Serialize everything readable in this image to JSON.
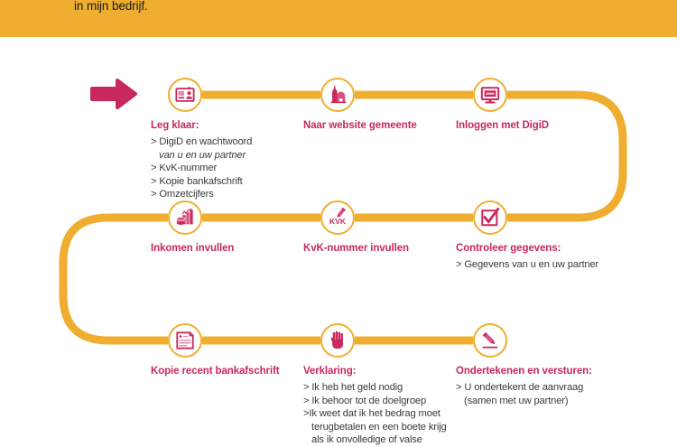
{
  "colors": {
    "band_orange": "#efae30",
    "line_orange": "#efae30",
    "accent_magenta": "#c8295c",
    "body_text": "#3a3a3a",
    "band_text": "#1a1a1a",
    "white": "#ffffff"
  },
  "top_band": {
    "text": "in mijn bedrijf."
  },
  "start_arrow": {
    "icon": "arrow-right-icon"
  },
  "flow": {
    "rows": [
      {
        "index": 1,
        "steps": [
          {
            "id": "leg-klaar",
            "icon": "id-card-icon",
            "title": "Leg klaar:",
            "lines": [
              {
                "text": "> DigiD en wachtwoord",
                "style": "normal"
              },
              {
                "text": "van u en uw partner",
                "style": "italic-indent"
              },
              {
                "text": "> KvK-nummer",
                "style": "normal"
              },
              {
                "text": "> Kopie bankafschrift",
                "style": "normal"
              },
              {
                "text": "> Omzetcijfers",
                "style": "normal"
              }
            ]
          },
          {
            "id": "naar-website-gemeente",
            "icon": "town-hall-icon",
            "title": "Naar website gemeente",
            "lines": []
          },
          {
            "id": "inloggen-met-digid",
            "icon": "monitor-login-icon",
            "title": "Inloggen met DigiD",
            "lines": []
          }
        ]
      },
      {
        "index": 2,
        "steps": [
          {
            "id": "inkomen-invullen",
            "icon": "coins-chart-icon",
            "title": "Inkomen invullen",
            "lines": []
          },
          {
            "id": "kvk-nummer-invullen",
            "icon": "kvk-pencil-icon",
            "title": "KvK-nummer invullen",
            "lines": []
          },
          {
            "id": "controleer-gegevens",
            "icon": "checkbox-icon",
            "title": "Controleer gegevens:",
            "lines": [
              {
                "text": "> Gegevens van u en uw partner",
                "style": "normal"
              }
            ]
          }
        ]
      },
      {
        "index": 3,
        "steps": [
          {
            "id": "kopie-recent-bankafschrift",
            "icon": "document-icon",
            "title": "Kopie recent bankafschrift",
            "lines": []
          },
          {
            "id": "verklaring",
            "icon": "raised-hand-icon",
            "title": "Verklaring:",
            "lines": [
              {
                "text": "> Ik heb het geld nodig",
                "style": "normal"
              },
              {
                "text": "> Ik behoor tot de doelgroep",
                "style": "normal"
              },
              {
                "text": ">Ik weet dat ik het bedrag moet",
                "style": "normal"
              },
              {
                "text": "terugbetalen en een boete krijg",
                "style": "indent"
              },
              {
                "text": "als ik onvolledige of valse",
                "style": "indent"
              }
            ]
          },
          {
            "id": "ondertekenen-en-versturen",
            "icon": "signature-pencil-icon",
            "title": "Ondertekenen en versturen:",
            "lines": [
              {
                "text": "> U ondertekent de aanvraag",
                "style": "normal"
              },
              {
                "text": "(samen met uw partner)",
                "style": "indent"
              }
            ]
          }
        ]
      }
    ]
  },
  "kvk_logo_text": "KVK"
}
